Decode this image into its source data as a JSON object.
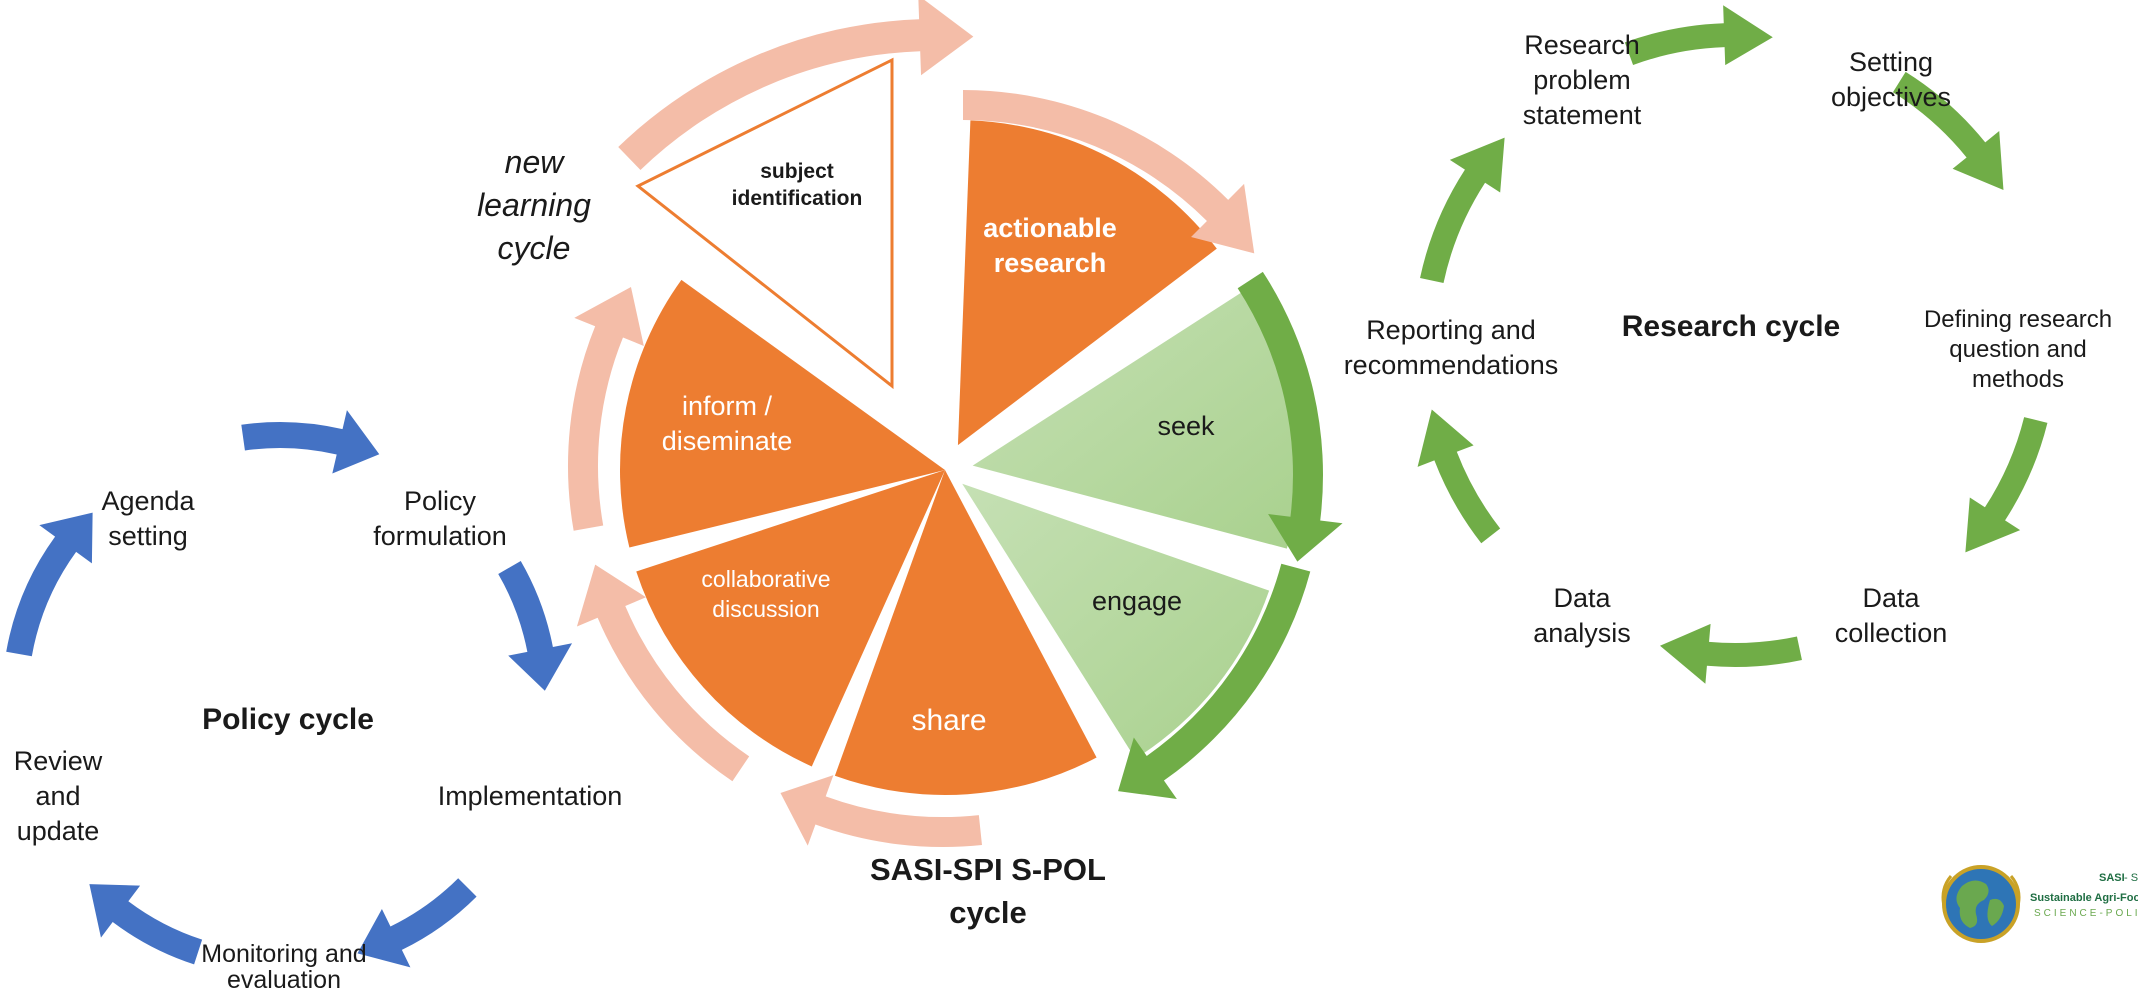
{
  "colors": {
    "orange": "#ED7D31",
    "orange_light": "#F4BDA8",
    "green": "#70AD47",
    "green_light": "#A9D18E",
    "blue": "#4472C4"
  },
  "center": {
    "title_line1": "SASI-SPI S-POL",
    "title_line2": "cycle",
    "new_cycle": [
      "new",
      "learning",
      "cycle"
    ],
    "segments": {
      "subject": [
        "subject",
        "identification"
      ],
      "actionable": [
        "actionable",
        "research"
      ],
      "seek": "seek",
      "engage": "engage",
      "share": "share",
      "collaborative": [
        "collaborative",
        "discussion"
      ],
      "inform": [
        "inform /",
        "diseminate"
      ]
    }
  },
  "policy_cycle": {
    "title": "Policy cycle",
    "agenda": [
      "Agenda",
      "setting"
    ],
    "formulation": [
      "Policy",
      "formulation"
    ],
    "implementation": "Implementation",
    "monitoring": [
      "Monitoring and",
      "evaluation"
    ],
    "review": [
      "Review",
      "and",
      "update"
    ]
  },
  "research_cycle": {
    "title": "Research cycle",
    "problem": [
      "Research",
      "problem",
      "statement"
    ],
    "objectives": [
      "Setting",
      "objectives"
    ],
    "question": [
      "Defining research",
      "question and",
      "methods"
    ],
    "collection": [
      "Data",
      "collection"
    ],
    "analysis": [
      "Data",
      "analysis"
    ],
    "reporting": [
      "Reporting and",
      "recommendations"
    ]
  },
  "logo": {
    "name": "SASI",
    "line": "Sustainable Agri-Food",
    "sub": "SCIENCE-POLI"
  }
}
